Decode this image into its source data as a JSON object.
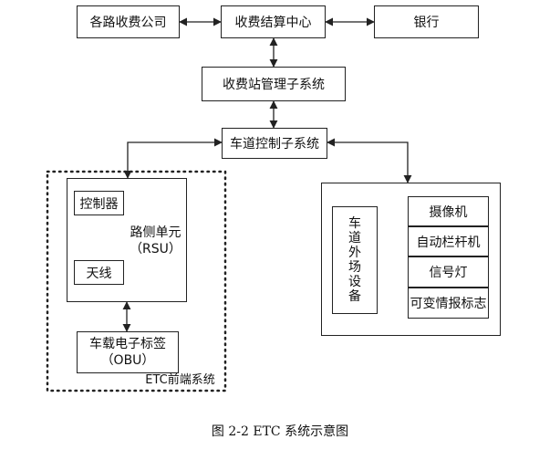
{
  "diagram": {
    "nodes": {
      "toll_companies": "各路收费公司",
      "settlement_center": "收费结算中心",
      "bank": "银行",
      "station_mgmt": "收费站管理子系统",
      "lane_control": "车道控制子系统",
      "controller": "控制器",
      "antenna": "天线",
      "rsu_title": "路侧单元",
      "rsu_abbr": "（RSU）",
      "obu_title": "车载电子标签",
      "obu_abbr": "（OBU）",
      "etc_frontend": "ETC前端系统",
      "lane_external": [
        "车",
        "道",
        "外",
        "场",
        "设",
        "备"
      ],
      "camera": "摄像机",
      "barrier": "自动栏杆机",
      "signal_light": "信号灯",
      "vms": "可变情报标志"
    },
    "caption": "图 2-2 ETC 系统示意图"
  }
}
